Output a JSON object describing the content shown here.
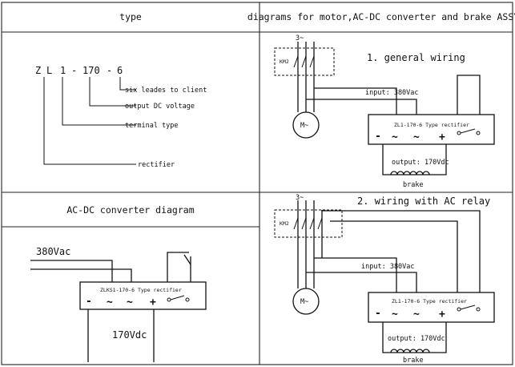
{
  "table": {
    "col1_header": "type",
    "col2_header": "diagrams for motor,AC-DC converter and brake ASSY."
  },
  "type_code": {
    "letters": [
      "Z",
      "L",
      "1",
      "-",
      "170",
      "-",
      "6"
    ],
    "six_leads": "six leades to client",
    "output_voltage": "output DC voltage",
    "terminal_type": "terminal type",
    "rectifier": "rectifier"
  },
  "converter_panel": {
    "title": "AC-DC converter diagram",
    "input_voltage": "380Vac",
    "rectifier_label": "ZLKS1-170-6 Type rectifier",
    "output_voltage": "170Vdc",
    "terminal_symbols": [
      "-",
      "~",
      "~",
      "+"
    ]
  },
  "wiring1": {
    "title": "1. general wiring",
    "phase": "3~",
    "contactor": "KM2",
    "input": "input: 380Vac",
    "rectifier_label": "ZL1-170-6 Type rectifier",
    "output": "output: 170Vdc",
    "brake": "brake",
    "motor_symbol": "M~",
    "terminal_symbols": [
      "-",
      "~",
      "~",
      "+"
    ]
  },
  "wiring2": {
    "title": "2. wiring with AC relay",
    "phase": "3~",
    "contactor": "KM2",
    "input": "input: 380Vac",
    "rectifier_label": "ZL1-170-6 Type rectifier",
    "output": "output: 170Vdc",
    "brake": "brake",
    "motor_symbol": "M~",
    "terminal_symbols": [
      "-",
      "~",
      "~",
      "+"
    ]
  }
}
